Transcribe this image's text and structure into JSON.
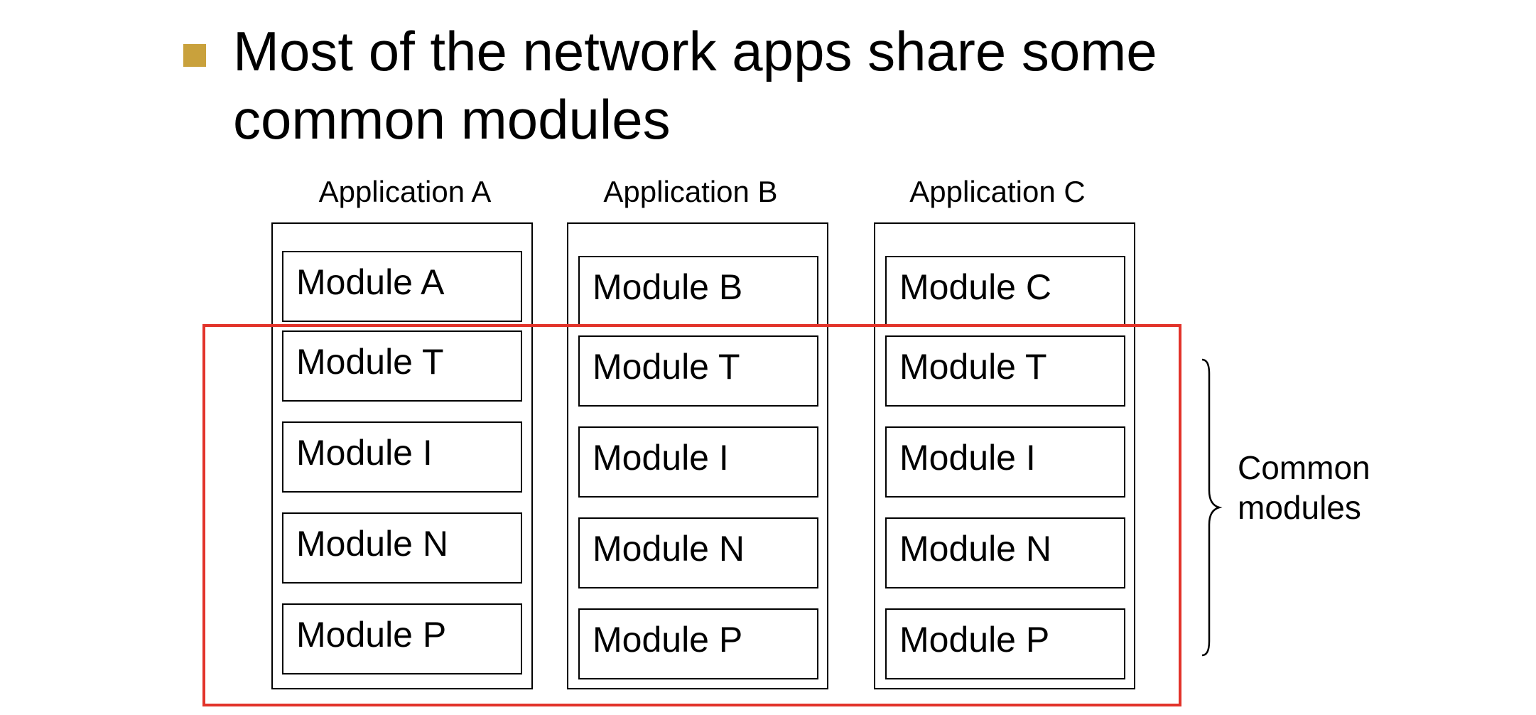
{
  "heading": {
    "line1": "Most of the network apps share some",
    "line2": "common modules"
  },
  "colors": {
    "bullet": "#c9a13c",
    "highlight_frame": "#e2332a"
  },
  "applications": [
    {
      "title": "Application A",
      "modules": [
        "Module A",
        "Module T",
        "Module I",
        "Module N",
        "Module P"
      ]
    },
    {
      "title": "Application B",
      "modules": [
        "Module B",
        "Module T",
        "Module I",
        "Module N",
        "Module P"
      ]
    },
    {
      "title": "Application C",
      "modules": [
        "Module C",
        "Module T",
        "Module I",
        "Module N",
        "Module P"
      ]
    }
  ],
  "common_label": {
    "line1": "Common",
    "line2": "modules"
  }
}
